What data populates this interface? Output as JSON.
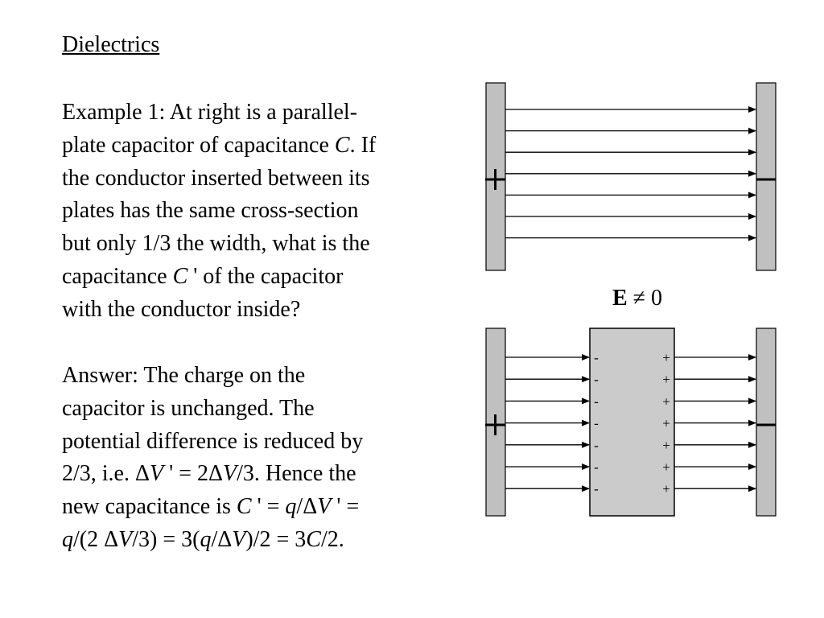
{
  "title": "Dielectrics",
  "example": {
    "lines": [
      [
        {
          "t": "Example 1:  At right is a parallel-"
        }
      ],
      [
        {
          "t": "plate capacitor of capacitance "
        },
        {
          "t": "C",
          "i": true
        },
        {
          "t": ".  If"
        }
      ],
      [
        {
          "t": "the conductor inserted between its"
        }
      ],
      [
        {
          "t": "plates has the same cross-section"
        }
      ],
      [
        {
          "t": "but only 1/3 the width, what is the"
        }
      ],
      [
        {
          "t": "capacitance "
        },
        {
          "t": "C",
          "i": true
        },
        {
          "t": " ' of the capacitor"
        }
      ],
      [
        {
          "t": "with the conductor inside?"
        }
      ]
    ]
  },
  "answer": {
    "lines": [
      [
        {
          "t": "Answer:  The charge on the"
        }
      ],
      [
        {
          "t": "capacitor is unchanged.  The"
        }
      ],
      [
        {
          "t": "potential difference is reduced by"
        }
      ],
      [
        {
          "t": "2/3, i.e. Δ"
        },
        {
          "t": "V",
          "i": true
        },
        {
          "t": " ' = 2Δ"
        },
        {
          "t": "V",
          "i": true
        },
        {
          "t": "/3.  Hence the"
        }
      ],
      [
        {
          "t": "new capacitance is "
        },
        {
          "t": "C",
          "i": true
        },
        {
          "t": " ' =  "
        },
        {
          "t": "q",
          "i": true
        },
        {
          "t": "/Δ"
        },
        {
          "t": "V",
          "i": true
        },
        {
          "t": " ' ="
        }
      ],
      [
        {
          "t": "q",
          "i": true
        },
        {
          "t": "/(2 Δ"
        },
        {
          "t": "V",
          "i": true
        },
        {
          "t": "/3) = 3("
        },
        {
          "t": "q",
          "i": true
        },
        {
          "t": "/Δ"
        },
        {
          "t": "V",
          "i": true
        },
        {
          "t": ")/2 = 3"
        },
        {
          "t": "C",
          "i": true
        },
        {
          "t": "/2."
        }
      ]
    ]
  },
  "diagram": {
    "field_label_symbol": "E",
    "field_label_rest": " ≠ 0",
    "plus_sign": "+",
    "minus_sign": "−",
    "conductor_left_charge": "-",
    "conductor_right_charge": "+",
    "top_field_line_count": 7,
    "bottom_field_line_count": 7,
    "colors": {
      "plate_fill": "#c0c0c0",
      "conductor_fill": "#cbcbcb",
      "stroke": "#000000"
    }
  }
}
